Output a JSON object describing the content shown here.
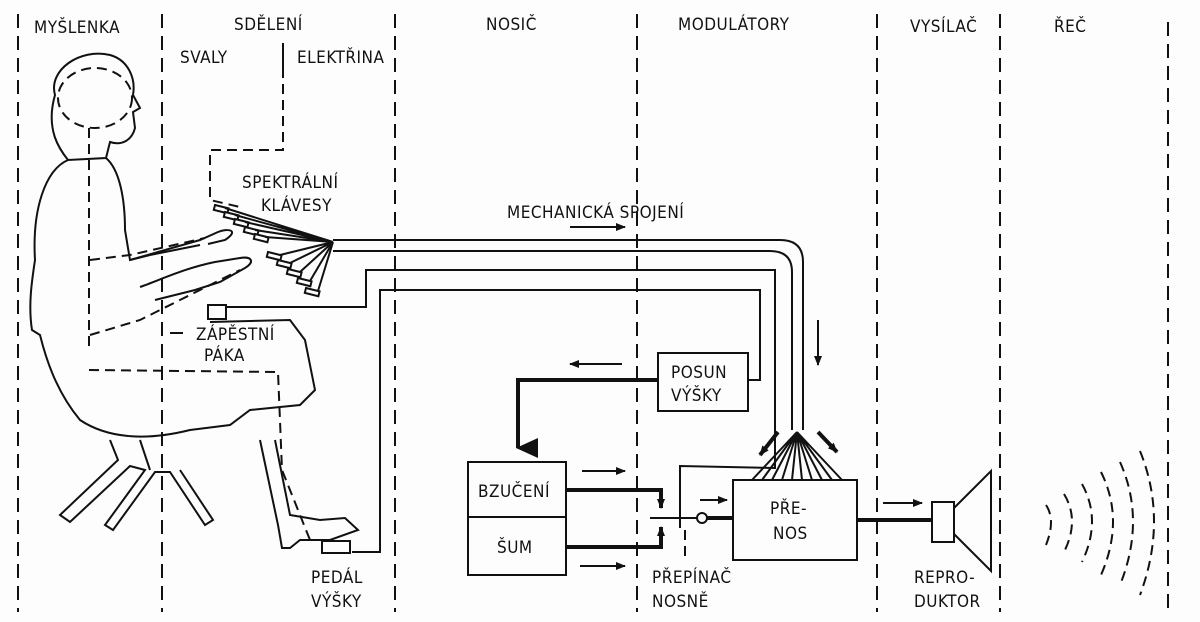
{
  "columns": [
    {
      "id": "myslenka",
      "label": "MYŠLENKA"
    },
    {
      "id": "sdeleni",
      "label": "SDĚLENÍ"
    },
    {
      "id": "nosic",
      "label": "NOSIČ"
    },
    {
      "id": "modulatory",
      "label": "MODULÁTORY"
    },
    {
      "id": "vysilac",
      "label": "VYSÍLAČ"
    },
    {
      "id": "rec",
      "label": "ŘEČ"
    }
  ],
  "sub_columns": {
    "svaly": "SVALY",
    "elektrina": "ELEKTŘINA"
  },
  "labels": {
    "spektralni_1": "SPEKTRÁLNÍ",
    "spektralni_2": "KLÁVESY",
    "mechanicka": "MECHANICKÁ  SPOJENÍ",
    "zapestni_1": "ZÁPĚSTNÍ",
    "zapestni_2": "PÁKA",
    "pedal_1": "PEDÁL",
    "pedal_2": "VÝŠKY",
    "posun_1": "POSUN",
    "posun_2": "VÝŠKY",
    "bzuceni": "BZUČENÍ",
    "sum": "ŠUM",
    "prepinac_1": "PŘEPÍNAČ",
    "prepinac_2": "NOSNĚ",
    "prenos_1": "PŘE-",
    "prenos_2": "NOS",
    "repro_1": "REPRO-",
    "repro_2": "DUKTOR"
  }
}
